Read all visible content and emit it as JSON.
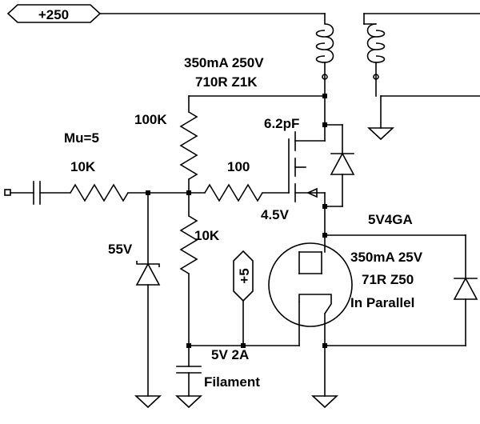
{
  "labels": {
    "b_plus": "+250",
    "trafo_rating_1": "350mA 250V",
    "trafo_rating_2": "710R Z1K",
    "r_plate": "100K",
    "mu": "Mu=5",
    "r_input": "10K",
    "r_gate": "100",
    "c_miller": "6.2pF",
    "v_gate": "4.5V",
    "zener_v": "55V",
    "r_bias": "10K",
    "plus5": "+5",
    "tube": "5V4GA",
    "trafo2_rating_1": "350mA 25V",
    "trafo2_rating_2": "71R Z50",
    "parallel": "In Parallel",
    "fil_1": "5V 2A",
    "fil_2": "Filament"
  }
}
